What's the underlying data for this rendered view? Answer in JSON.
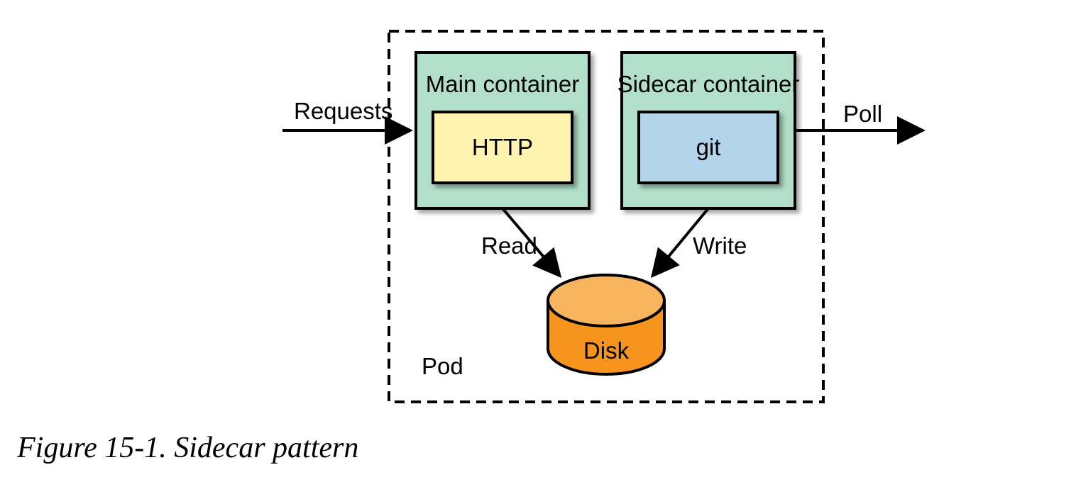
{
  "diagram": {
    "pod_label": "Pod",
    "main_container": {
      "title": "Main container",
      "inner": "HTTP"
    },
    "sidecar_container": {
      "title": "Sidecar container",
      "inner": "git"
    },
    "disk_label": "Disk",
    "arrows": {
      "requests": "Requests",
      "poll": "Poll",
      "read": "Read",
      "write": "Write"
    }
  },
  "colors": {
    "container_fill": "#b2dfc9",
    "http_fill": "#fff3b0",
    "git_fill": "#b3d4ea",
    "disk_side": "#f7941d",
    "disk_top": "#f9b45e"
  },
  "caption": "Figure 15-1. Sidecar pattern"
}
